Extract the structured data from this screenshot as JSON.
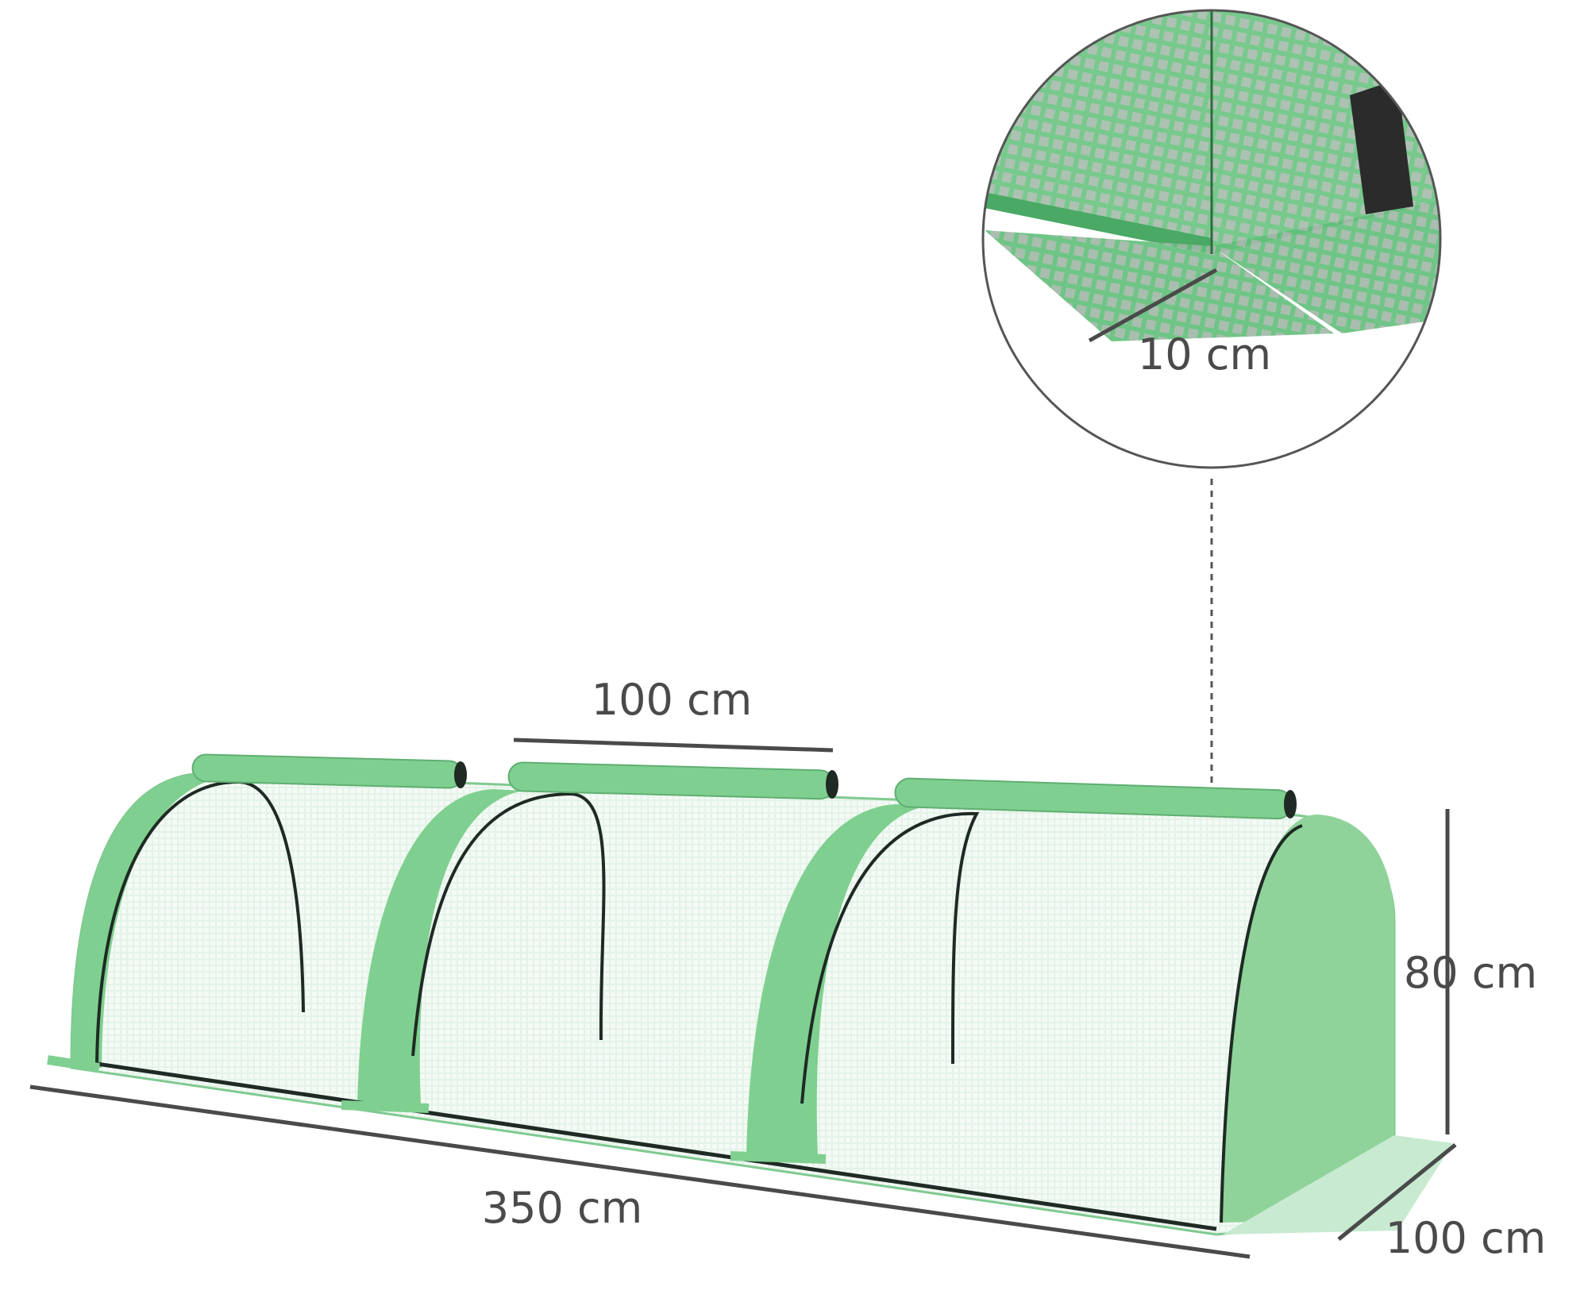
{
  "dimensions": {
    "length": "350 cm",
    "width": "100 cm",
    "height": "80 cm",
    "section_spacing": "100 cm",
    "detail_ground_flap": "10 cm"
  },
  "colors": {
    "cover_green": "#7fd090",
    "cover_light": "#dff1e2",
    "frame_black": "#1f2a24",
    "dimension_gray": "#4a4a4a"
  }
}
